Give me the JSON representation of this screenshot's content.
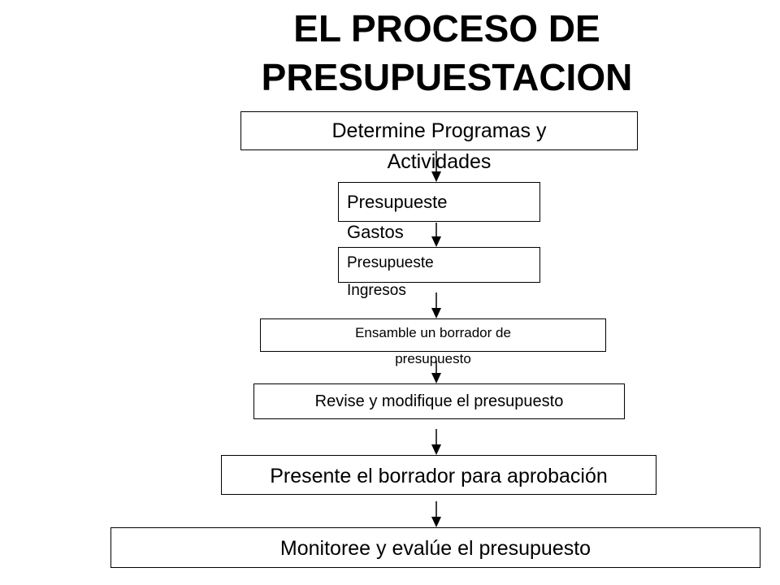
{
  "title": {
    "line1": "EL PROCESO DE",
    "line2": "PRESUPUESTACION"
  },
  "steps": [
    {
      "line1": "Determine Programas y",
      "line2": "Actividades"
    },
    {
      "line1": "Presupueste",
      "line2": "Gastos"
    },
    {
      "line1": "Presupueste",
      "line2": "Ingresos"
    },
    {
      "line1": "Ensamble un borrador de",
      "line2": "presupuesto"
    },
    {
      "line1": "Revise y modifique el presupuesto"
    },
    {
      "line1": "Presente el borrador para aprobación"
    },
    {
      "line1": "Monitoree y evalúe el presupuesto"
    }
  ]
}
